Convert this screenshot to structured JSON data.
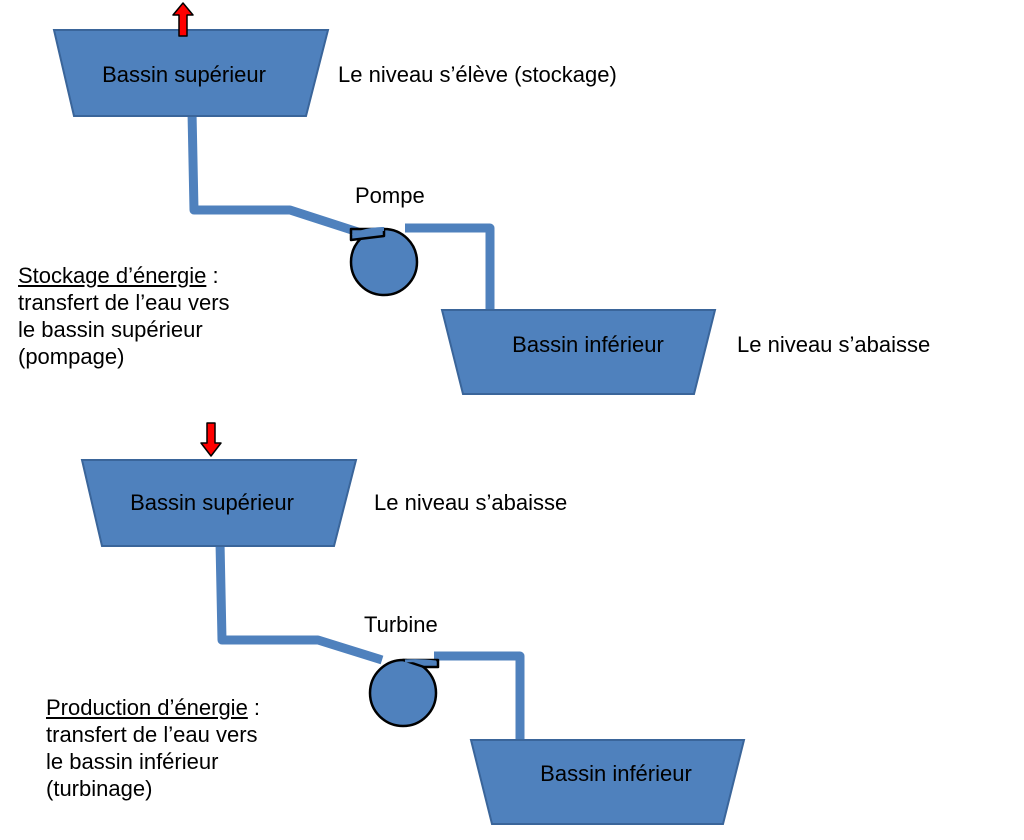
{
  "colors": {
    "basin_fill": "#4f81bd",
    "basin_stroke": "#3a659a",
    "pipe": "#4f81bd",
    "arrow": "#ff0000"
  },
  "storage": {
    "upper_basin_label": "Bassin supérieur",
    "upper_level_text": "Le niveau s’élève (stockage)",
    "machine_label": "Pompe",
    "lower_basin_label": "Bassin inférieur",
    "lower_level_text": "Le niveau s’abaisse",
    "arrow_direction": "up",
    "machine_icon": "pump-icon",
    "description": {
      "title": "Stockage d’énergie",
      "colon": " :",
      "lines": [
        "transfert de l’eau vers",
        "le bassin supérieur",
        "(pompage)"
      ]
    }
  },
  "production": {
    "upper_basin_label": "Bassin supérieur",
    "upper_level_text": "Le niveau s’abaisse",
    "machine_label": "Turbine",
    "lower_basin_label": "Bassin inférieur",
    "arrow_direction": "down",
    "machine_icon": "turbine-icon",
    "description": {
      "title": "Production d’énergie",
      "colon": " :",
      "lines": [
        "transfert de l’eau vers",
        "le bassin inférieur",
        "(turbinage)"
      ]
    }
  }
}
